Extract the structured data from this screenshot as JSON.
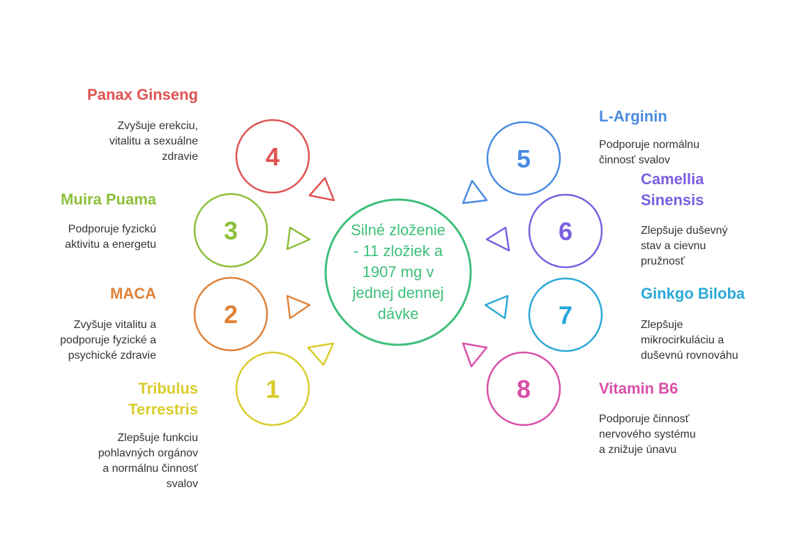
{
  "center": {
    "text": "Silné zloženie\n- 11 zložiek a\n1907 mg v\njednej dennej\ndávke",
    "color": "#3dbf7a"
  },
  "items": [
    {
      "number": "1",
      "title": "Tribulus\nTerrestris",
      "description": "Zlepšuje funkciu\npohlavných orgánov\na normálnu činnosť\nsvalov",
      "color": "#d9cc2b",
      "side": "left"
    },
    {
      "number": "2",
      "title": "MACA",
      "description": "Zvyšuje vitalitu a\npodporuje fyzické a\npsychické zdravie",
      "color": "#e0823a",
      "side": "left"
    },
    {
      "number": "3",
      "title": "Muira Puama",
      "description": "Podporuje fyzickú\naktivitu a energetu",
      "color": "#8dbf3a",
      "side": "left"
    },
    {
      "number": "4",
      "title": "Panax Ginseng",
      "description": "Zvyšuje erekciu,\nvitalitu a sexuálne\nzdravie",
      "color": "#e05252",
      "side": "left"
    },
    {
      "number": "5",
      "title": "L-Arginin",
      "description": "Podporuje normálnu\nčinnosť svalov",
      "color": "#4a8be0",
      "side": "right"
    },
    {
      "number": "6",
      "title": "Camellia\nSinensis",
      "description": "Zlepšuje duševný\nstav a cievnu\npružnosť",
      "color": "#7a5ee0",
      "side": "right"
    },
    {
      "number": "7",
      "title": "Ginkgo Biloba",
      "description": "Zlepšuje\nmikrocirkuláciu a\nduševnú rovnováhu",
      "color": "#2ba8d9",
      "side": "right"
    },
    {
      "number": "8",
      "title": "Vitamin B6",
      "description": "Podporuje činnosť\nnervového systému\na znižuje únavu",
      "color": "#d94fa8",
      "side": "right"
    }
  ]
}
